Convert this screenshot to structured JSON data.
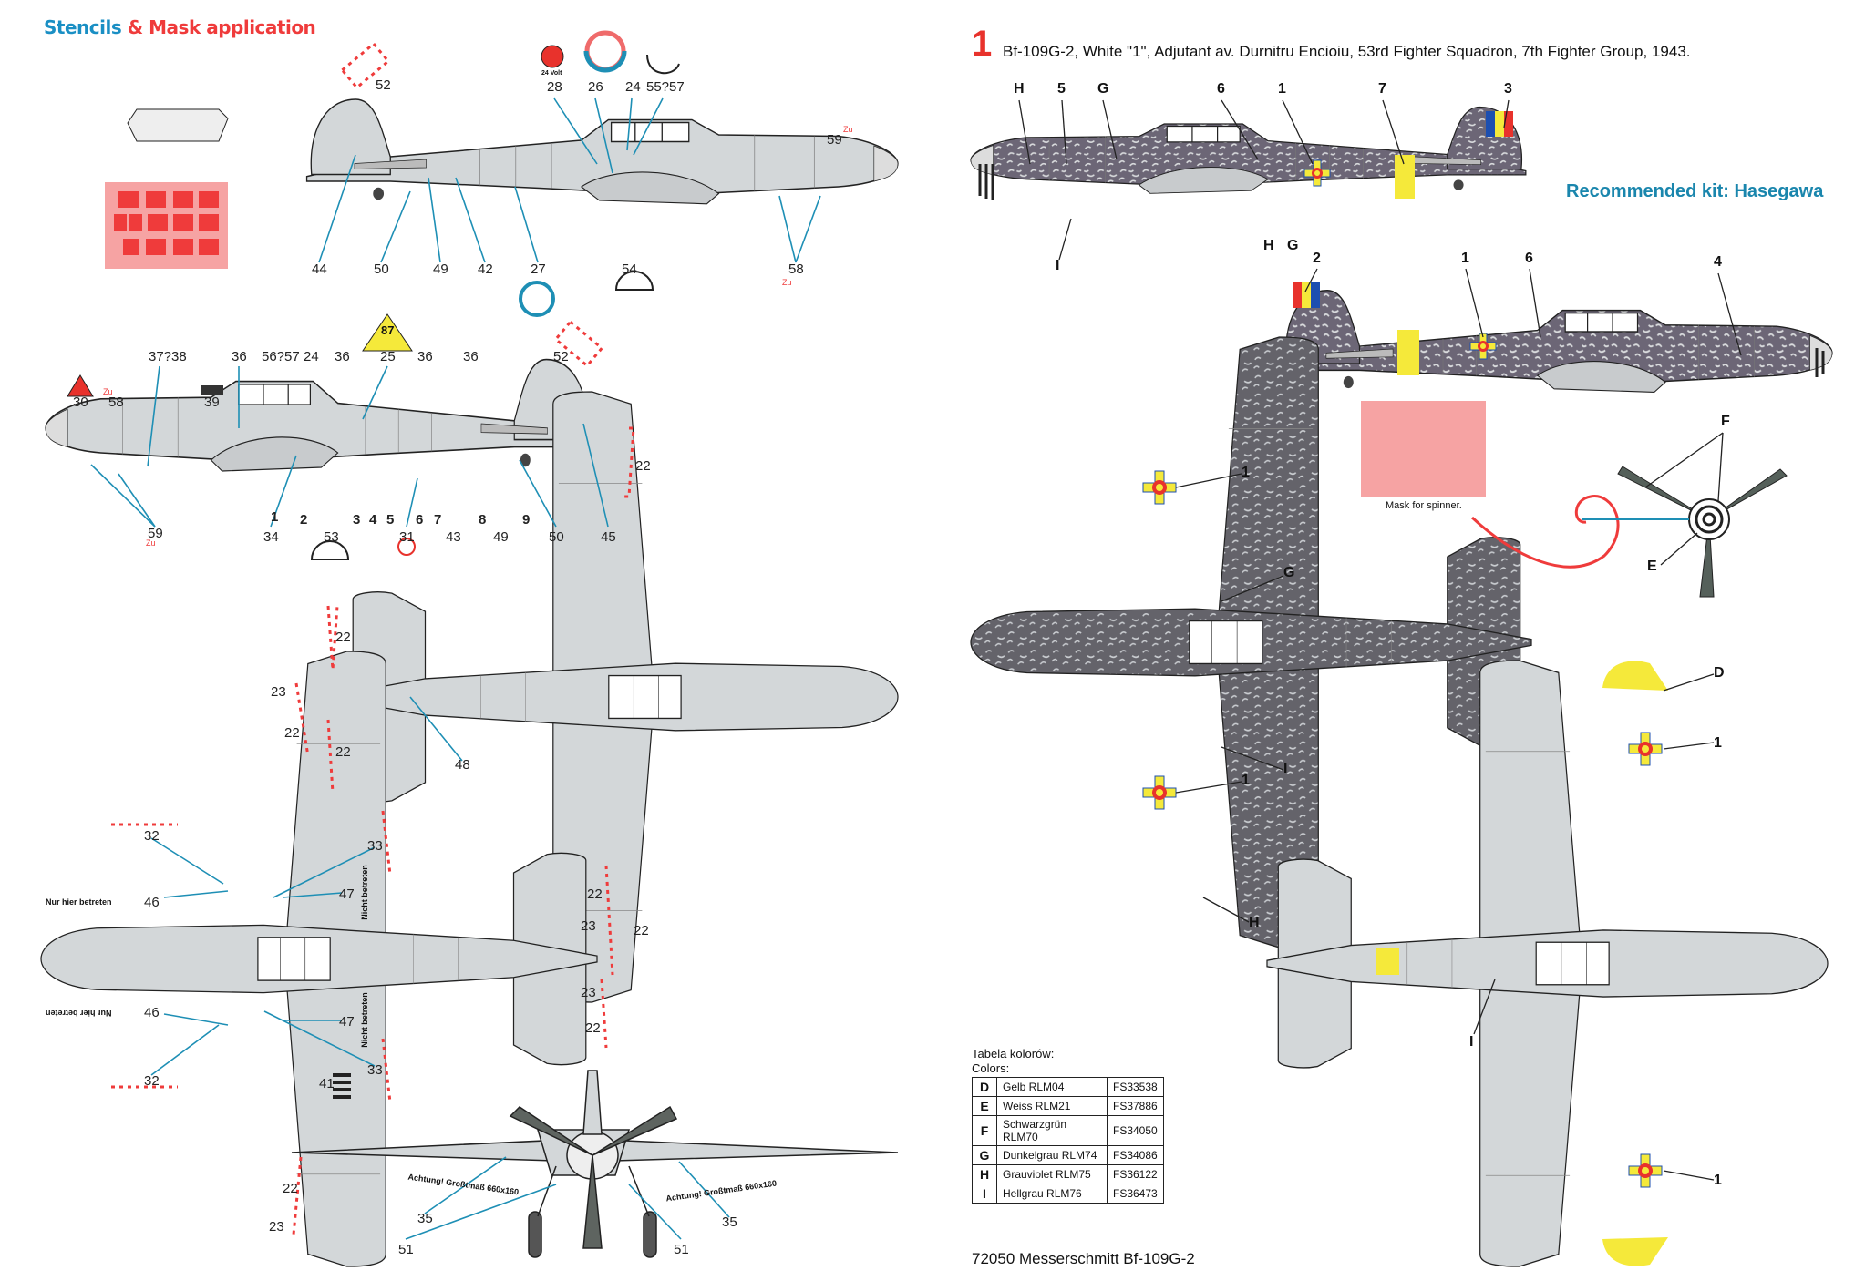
{
  "stencils_title": {
    "word1": "Stencils",
    "amp": "&",
    "rest": "Mask application"
  },
  "profile": {
    "number": "1",
    "title": "Bf-109G-2, White \"1\", Adjutant av. Durnitru Encioiu, 53rd Fighter Squadron, 7th Fighter Group, 1943."
  },
  "recommended_kit": "Recommended kit: Hasegawa",
  "mask_caption": "Mask for spinner.",
  "color_table": {
    "heading_pl": "Tabela kolorów:",
    "heading_en": "Colors:",
    "rows": [
      {
        "key": "D",
        "name": "Gelb RLM04",
        "fs": "FS33538"
      },
      {
        "key": "E",
        "name": "Weiss RLM21",
        "fs": "FS37886"
      },
      {
        "key": "F",
        "name": "Schwarzgrün RLM70",
        "fs": "FS34050"
      },
      {
        "key": "G",
        "name": "Dunkelgrau RLM74",
        "fs": "FS34086"
      },
      {
        "key": "H",
        "name": "Grauviolet RLM75",
        "fs": "FS36122"
      },
      {
        "key": "I",
        "name": "Hellgrau RLM76",
        "fs": "FS36473"
      }
    ]
  },
  "footer": "72050 Messerschmitt Bf-109G-2",
  "stencil_texts": {
    "volt": "24 Volt",
    "nur_hier": "Nur hier betreten",
    "nicht": "Nicht betreten",
    "achtung": "Achtung! Großtmaß 660x160",
    "zu": "Zu",
    "triangle_87": "87"
  },
  "callouts_profile_a": [
    "52",
    "28",
    "26",
    "24",
    "55?57",
    "59",
    "44",
    "50",
    "49",
    "42",
    "27",
    "54",
    "58"
  ],
  "callouts_profile_b": [
    "37?38",
    "36",
    "56?57",
    "24",
    "36",
    "25",
    "36",
    "36",
    "52",
    "30",
    "58",
    "39",
    "59",
    "34",
    "2",
    "53",
    "3",
    "4",
    "5",
    "31",
    "6",
    "7",
    "43",
    "8",
    "49",
    "9",
    "50",
    "45",
    "1"
  ],
  "callouts_top": [
    "22",
    "22",
    "23",
    "22",
    "22",
    "48",
    "22",
    "23",
    "22",
    "23",
    "22"
  ],
  "callouts_bottom": [
    "32",
    "33",
    "46",
    "47",
    "46",
    "47",
    "32",
    "33",
    "41",
    "22",
    "23"
  ],
  "callouts_front": [
    "35",
    "35",
    "51",
    "51"
  ],
  "callouts_camo": [
    "H",
    "5",
    "G",
    "6",
    "1",
    "7",
    "3",
    "I",
    "H",
    "G",
    "2",
    "1",
    "6",
    "4",
    "1",
    "G",
    "I",
    "1",
    "H",
    "F",
    "E",
    "D",
    "1",
    "I",
    "1"
  ],
  "colors": {
    "leader": "#1e8fb5",
    "rlm76": "#d3d7d9",
    "rlm04": "#f5e93a",
    "rlm74": "#5c6358",
    "rlm75": "#6f6577",
    "accent_red": "#e8322c",
    "teal": "#1a86ad"
  }
}
